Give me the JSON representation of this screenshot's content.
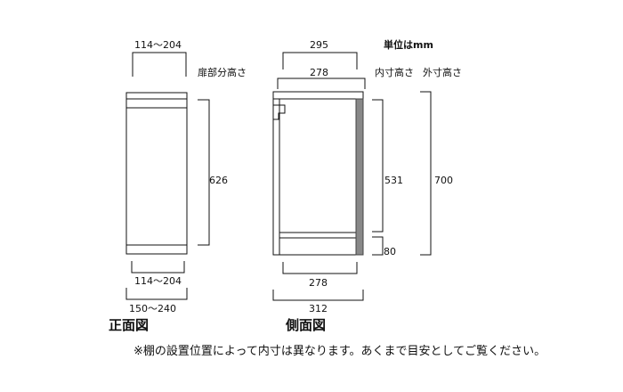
{
  "units_label": "単位はmm",
  "front_view": {
    "title": "正面図",
    "door_height_label": "扉部分高さ",
    "top_width": "114～204",
    "bottom_inner_width": "114～204",
    "bottom_outer_width": "150～240",
    "door_height": "626"
  },
  "side_view": {
    "title": "側面図",
    "inner_height_label": "内寸高さ",
    "outer_height_label": "外寸高さ",
    "top_outer_depth": "295",
    "top_inner_depth": "278",
    "bottom_inner_depth": "278",
    "bottom_outer_depth": "312",
    "inner_height": "531",
    "base_height": "80",
    "outer_height": "700"
  },
  "note": "※棚の設置位置によって内寸は異なります。あくまで目安としてご覧ください。",
  "colors": {
    "line": "#111111",
    "panel_edge": "#444444",
    "panel_fill": "#f2f2f2"
  }
}
